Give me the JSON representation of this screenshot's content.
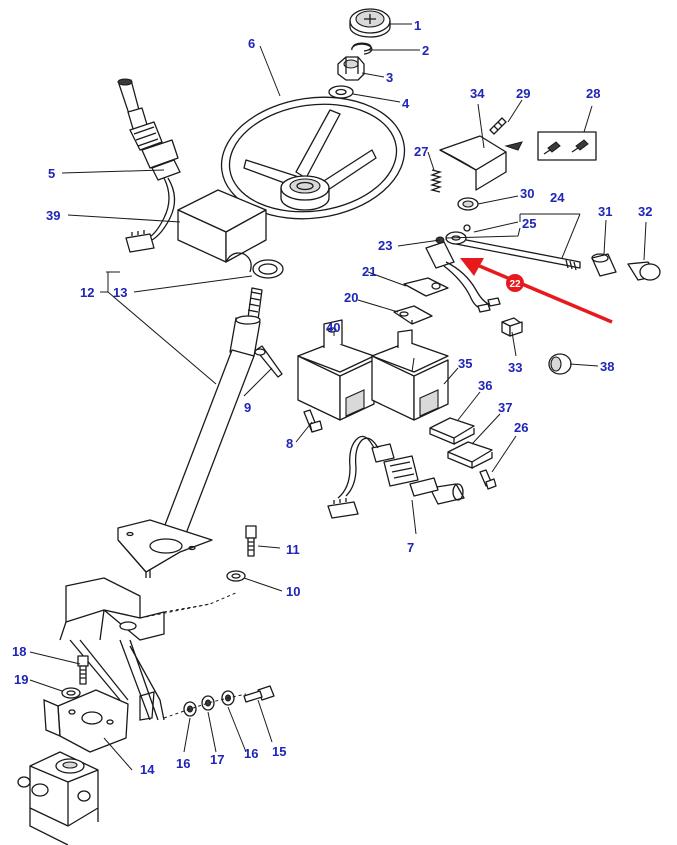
{
  "callouts": [
    "1",
    "2",
    "3",
    "4",
    "5",
    "6",
    "7",
    "8",
    "9",
    "10",
    "11",
    "12",
    "13",
    "14",
    "15",
    "16",
    "16",
    "17",
    "18",
    "19",
    "20",
    "21",
    "22",
    "23",
    "24",
    "25",
    "26",
    "27",
    "28",
    "29",
    "30",
    "31",
    "32",
    "33",
    "34",
    "35",
    "36",
    "37",
    "38",
    "39",
    "40"
  ],
  "colors": {
    "label": "#1f25b8",
    "arrow": "#e8191c",
    "line": "#1a1a1a"
  },
  "icons": [
    "steering-wheel",
    "steering-column",
    "joystick-lever",
    "switch-housing",
    "bracket",
    "steering-unit",
    "knob",
    "arrow"
  ]
}
